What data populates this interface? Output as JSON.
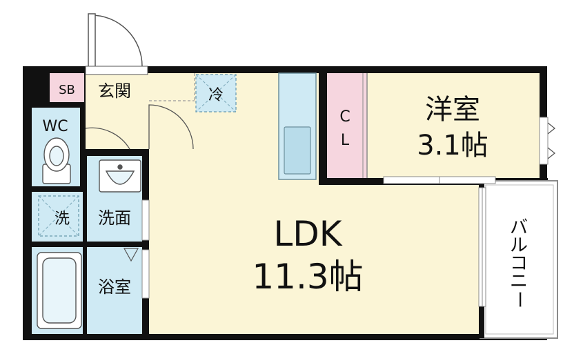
{
  "colors": {
    "wall": "#111111",
    "ldk": "#fbf5d6",
    "wet": "#cfeaf4",
    "cl": "#f6d6df",
    "fridge": "#cfeaf4",
    "kitchen": "#b8dcea",
    "balcony": "#ffffff",
    "line": "#8a8a8a"
  },
  "rooms": {
    "sb": "SB",
    "genkan": "玄関",
    "fridge": "冷",
    "wc": "WC",
    "washer": "洗",
    "senmen": "洗面",
    "yokushitsu": "浴室",
    "cl_top": "C",
    "cl_bottom": "L",
    "youshitsu_name": "洋室",
    "youshitsu_size": "3.1帖",
    "ldk_name": "LDK",
    "ldk_size": "11.3帖",
    "balcony_chars": [
      "バ",
      "ル",
      "コ",
      "ニ",
      "ー"
    ]
  }
}
